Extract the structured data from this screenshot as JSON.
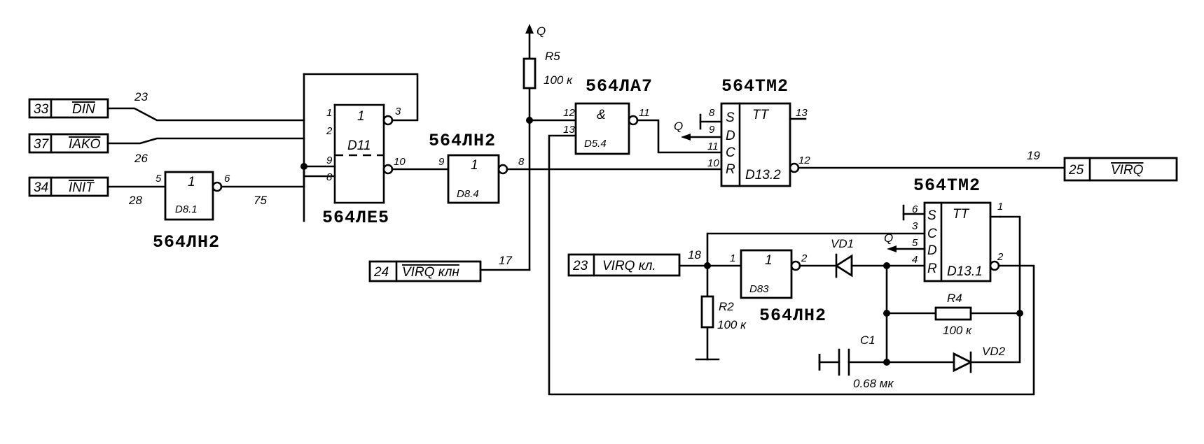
{
  "title": "",
  "chips": {
    "d11_type": "564ЛЕ5",
    "d8_1_type": "564ЛН2",
    "d8_4_type": "564ЛН2",
    "d5_4_type": "564ЛА7",
    "d13_2_type": "564ТМ2",
    "d13_1_type": "564ТМ2",
    "d8_3_type": "564ЛН2"
  },
  "refs": {
    "d11": "D11",
    "d8_1": "D8.1",
    "d8_4": "D8.4",
    "d5_4": "D5.4",
    "d13_2": "D13.2",
    "d13_1": "D13.1",
    "d8_3": "D83"
  },
  "gate_symbols": {
    "or": "1",
    "inv": "1",
    "nand": "&",
    "trigger": "TT"
  },
  "connectors": [
    {
      "num": "33",
      "signal": "DIN",
      "wire": "23"
    },
    {
      "num": "37",
      "signal": "IAKO",
      "wire": "26"
    },
    {
      "num": "34",
      "signal": "INIT",
      "wire": "28"
    },
    {
      "num": "24",
      "signal": "VIRQ клн",
      "wire": "17"
    },
    {
      "num": "23",
      "signal": "VIRQ кл.",
      "wire": "18"
    },
    {
      "num": "25",
      "signal": "VIRQ",
      "wire": "19"
    }
  ],
  "pins": {
    "d11": [
      "1",
      "2",
      "9",
      "8",
      "3",
      "10"
    ],
    "d8_1": [
      "5",
      "6"
    ],
    "d8_4": [
      "9",
      "8"
    ],
    "d5_4": [
      "12",
      "13",
      "11"
    ],
    "d13_2": [
      "8",
      "9",
      "11",
      "10",
      "13",
      "12"
    ],
    "d13_2_letters": [
      "S",
      "D",
      "C",
      "R"
    ],
    "d13_1": [
      "6",
      "3",
      "5",
      "4",
      "1",
      "2"
    ],
    "d13_1_letters": [
      "S",
      "C",
      "D",
      "R"
    ],
    "d8_3": [
      "1",
      "2"
    ]
  },
  "wires": {
    "w75": "75"
  },
  "power": {
    "rail": "Q",
    "d13_2_d": "Q",
    "d13_1_d": "Q"
  },
  "components": {
    "r5": {
      "ref": "R5",
      "value": "100 к"
    },
    "r2": {
      "ref": "R2",
      "value": "100 к"
    },
    "r4": {
      "ref": "R4",
      "value": "100 к"
    },
    "c1": {
      "ref": "C1",
      "value": "0.68 мк"
    },
    "vd1": {
      "ref": "VD1"
    },
    "vd2": {
      "ref": "VD2"
    }
  }
}
